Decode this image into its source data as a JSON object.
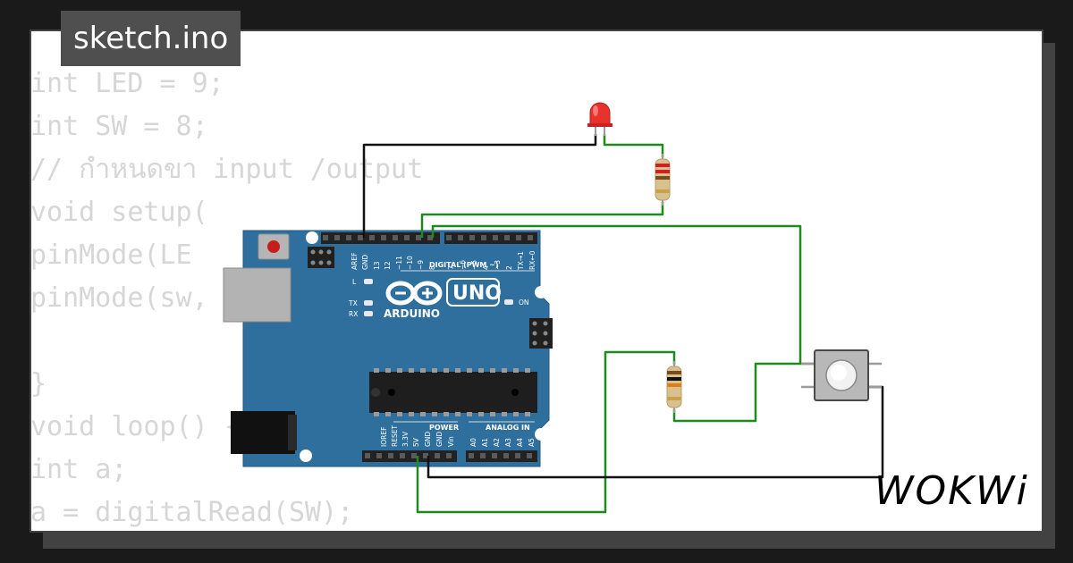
{
  "file_tab": {
    "label": "sketch.ino"
  },
  "code_lines": [
    "int LED = 9;",
    "int SW = 8;",
    "// กำหนดขา input /output",
    "void setup(",
    "pinMode(LE",
    "pinMode(sw,",
    "",
    "}",
    "void loop() {",
    "int a;",
    "a = digitalRead(SW);"
  ],
  "board": {
    "logo_brand": "ARDUINO",
    "logo_model": "UNO",
    "digital_header": "DIGITAL (PWM ~)",
    "power_header": "POWER",
    "analog_header": "ANALOG IN",
    "led_labels": {
      "l": "L",
      "tx": "TX",
      "rx": "RX",
      "on": "ON"
    },
    "digital_pins": [
      "AREF",
      "GND",
      "13",
      "12",
      "~11",
      "~10",
      "~9",
      "8",
      "7",
      "~6",
      "~5",
      "4",
      "~3",
      "2",
      "TX→1",
      "RX←0"
    ],
    "power_pins": [
      "IOREF",
      "RESET",
      "3.3V",
      "5V",
      "GND",
      "GND",
      "Vin"
    ],
    "analog_pins": [
      "A0",
      "A1",
      "A2",
      "A3",
      "A4",
      "A5"
    ]
  },
  "colors": {
    "board": "#2f6f9e",
    "wire_green": "#1f8a1f",
    "wire_black": "#111111",
    "led_red": "#e8322c",
    "code_text": "#d6d6d6",
    "tab_bg": "#4f4f4f"
  },
  "brand": {
    "label": "WOKWi"
  }
}
